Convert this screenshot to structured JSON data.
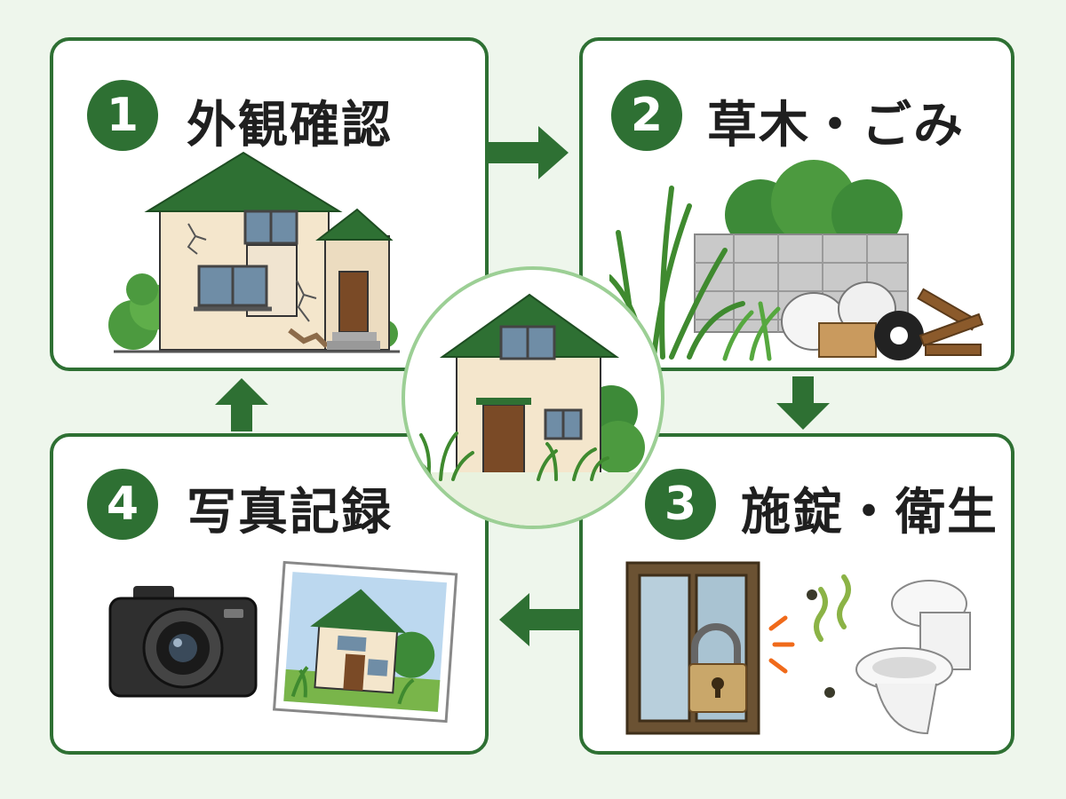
{
  "steps": [
    {
      "number": "1",
      "title": "外観確認",
      "icon": "cracked-house"
    },
    {
      "number": "2",
      "title": "草木・ごみ",
      "icon": "weeds-and-trash"
    },
    {
      "number": "3",
      "title": "施錠・衛生",
      "icon": "lock-and-toilet"
    },
    {
      "number": "4",
      "title": "写真記録",
      "icon": "camera-and-photo"
    }
  ],
  "center": {
    "icon": "vacant-house"
  },
  "colors": {
    "primary": "#2e7033",
    "accent": "#9ccf95",
    "background": "#eef6ec"
  }
}
